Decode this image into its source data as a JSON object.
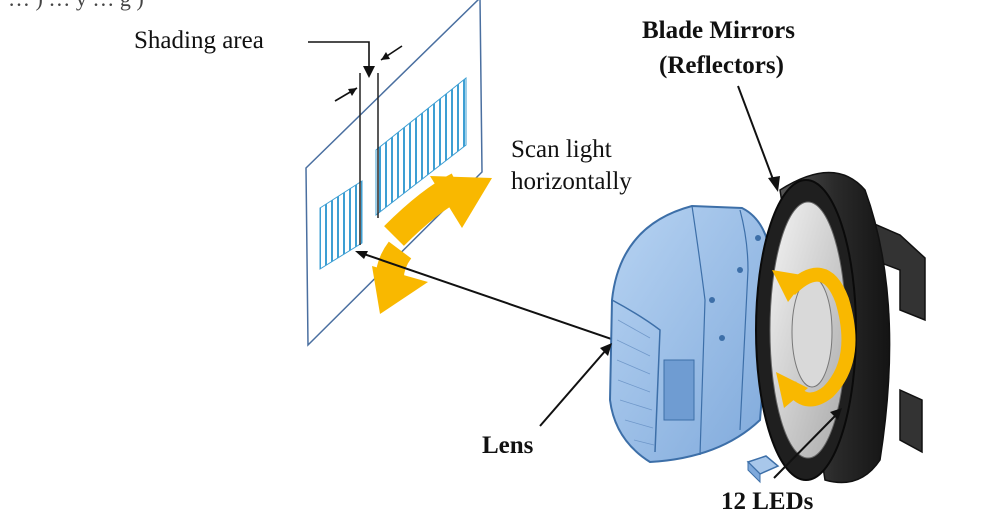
{
  "labels": {
    "top_partial": "… ) … y … g  )",
    "shading_area": "Shading area",
    "scan_line_1": "Scan light",
    "scan_line_2": "horizontally",
    "blade_line_1": "Blade Mirrors",
    "blade_line_2": "(Reflectors)",
    "lens": "Lens",
    "leds": "12 LEDs"
  },
  "colors": {
    "arrow_yellow": "#F9B800",
    "lens_blue": "#8FB8E6",
    "lens_edge": "#3D6FA8",
    "pattern_blue": "#4AA8D8",
    "screen_line": "#4A6FA0",
    "housing_dark": "#2B2B2B"
  }
}
